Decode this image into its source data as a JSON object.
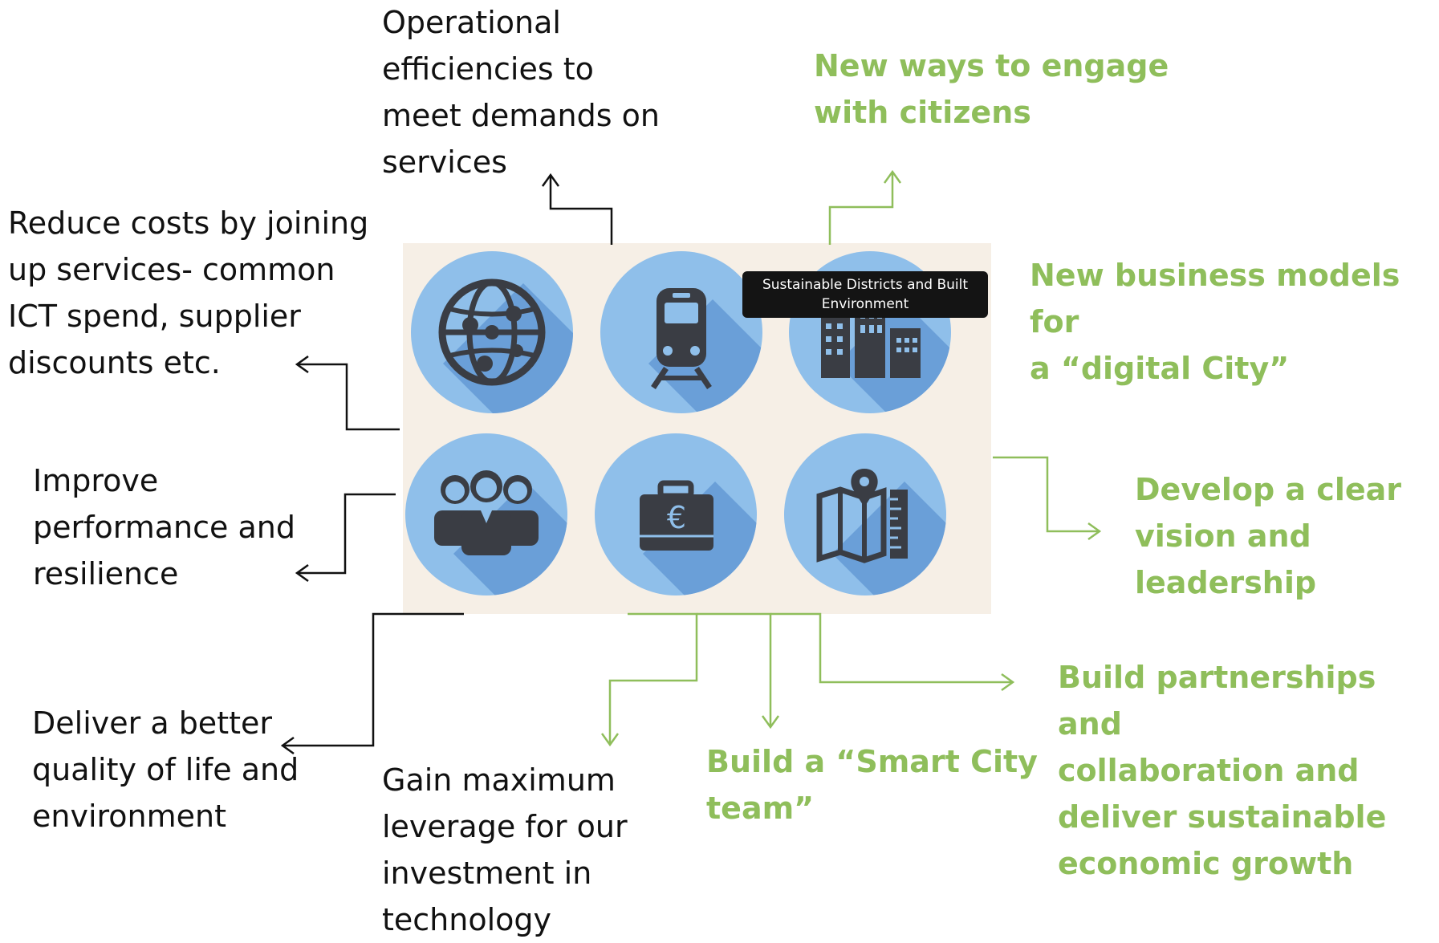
{
  "labels": {
    "operational": "Operational\nefficiencies to\nmeet demands on\nservices",
    "engage": "New ways to engage\nwith citizens",
    "reduce_costs": "Reduce costs by joining\nup services- common\nICT spend, supplier\ndiscounts etc.",
    "business_models": "New business models for\na “digital City”",
    "improve": "Improve\nperformance and\nresilience",
    "vision": "Develop a clear\nvision and\nleadership",
    "quality": "Deliver a better\nquality of life and\nenvironment",
    "leverage": "Gain maximum\nleverage for our\ninvestment in\ntechnology",
    "smart_team": "Build a “Smart City\nteam”",
    "partnerships": "Build partnerships and\ncollaboration and\ndeliver sustainable\neconomic growth"
  },
  "tooltip": "Sustainable Districts and Built\nEnvironment",
  "icons": [
    "globe-network-icon",
    "train-icon",
    "city-buildings-icon",
    "people-group-icon",
    "briefcase-euro-icon",
    "map-pin-ruler-icon"
  ],
  "colors": {
    "black_text": "#111111",
    "green_text": "#8fbe5b",
    "panel_bg": "#f6efe6",
    "circle": "#8fbfea",
    "circle_shadow": "#6a9fd8",
    "icon": "#3a3d44",
    "tooltip_bg": "#141414"
  }
}
